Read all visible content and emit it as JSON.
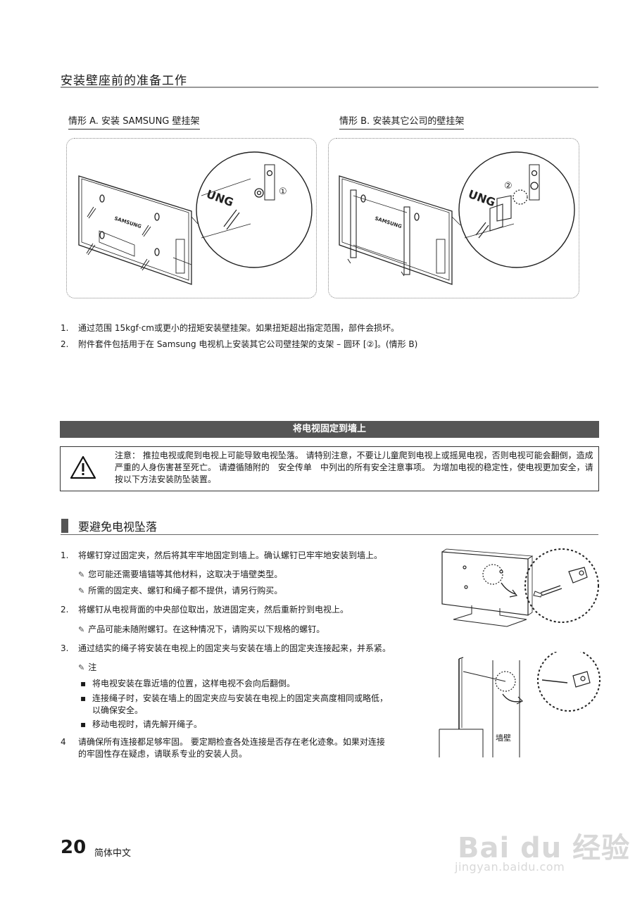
{
  "section_title": "安装壁座前的准备工作",
  "case_a": {
    "title": "情形 A. 安装 SAMSUNG 壁挂架",
    "brand": "SAMSUNG",
    "zoom_text": "UNG",
    "callout": "①"
  },
  "case_b": {
    "title": "情形 B. 安装其它公司的壁挂架",
    "brand": "SAMSUNG",
    "zoom_text": "UNG",
    "callout": "②"
  },
  "prep_notes": [
    {
      "num": "1.",
      "text": "通过范围 15kgf·cm或更小的扭矩安装壁挂架。如果扭矩超出指定范围，部件会损坏。"
    },
    {
      "num": "2.",
      "text": "附件套件包括用于在 Samsung 电视机上安装其它公司壁挂架的支架 – 圆环 [②]。(情形 B)"
    }
  ],
  "banner": "将电视固定到墙上",
  "warning": {
    "icon": "warning-triangle-icon",
    "text": "注意： 推拉电视或爬到电视上可能导致电视坠落。 请特别注意，不要让儿童爬到电视上或摇晃电视，否则电视可能会翻倒，造成严重的人身伤害甚至死亡。 请遵循随附的　安全传单　中列出的所有安全注意事项。 为增加电视的稳定性，使电视更加安全，请按以下方法安装防坠装置。"
  },
  "subsection_title": "要避免电视坠落",
  "steps": [
    {
      "num": "1.",
      "text": "将螺钉穿过固定夹，然后将其牢牢地固定到墙上。确认螺钉已牢牢地安装到墙上。"
    },
    {
      "num": "2.",
      "text": "将螺钉从电视背面的中央部位取出，放进固定夹，然后重新拧到电视上。"
    },
    {
      "num": "3.",
      "text": "通过结实的绳子将安装在电视上的固定夹与安装在墙上的固定夹连接起来，并系紧。"
    },
    {
      "num": "4",
      "text_line1": "请确保所有连接都足够牢固。 要定期检查各处连接是否存在老化迹象。如果对连接",
      "text_line2": "的牢固性存在疑虑，请联系专业的安装人员。"
    }
  ],
  "step1_notes": [
    "您可能还需要墙锚等其他材料，这取决于墙壁类型。",
    "所需的固定夹、螺钉和绳子都不提供，请另行购买。"
  ],
  "step2_notes": [
    "产品可能未随附螺钉。在这种情况下，请购买以下规格的螺钉。"
  ],
  "step3_note_label": "注",
  "step3_bullets": [
    {
      "line1": "将电视安装在靠近墙的位置，这样电视不会向后翻倒。"
    },
    {
      "line1": "连接绳子时，安装在墙上的固定夹应与安装在电视上的固定夹高度相同或略低，",
      "line2": "以确保安全。"
    },
    {
      "line1": "移动电视时，请先解开绳子。"
    }
  ],
  "wall_label": "墙壁",
  "footer": {
    "page_number": "20",
    "language": "简体中文"
  },
  "watermark": {
    "main": "Bai du 经验",
    "sub": "jingyan.baidu.com"
  }
}
